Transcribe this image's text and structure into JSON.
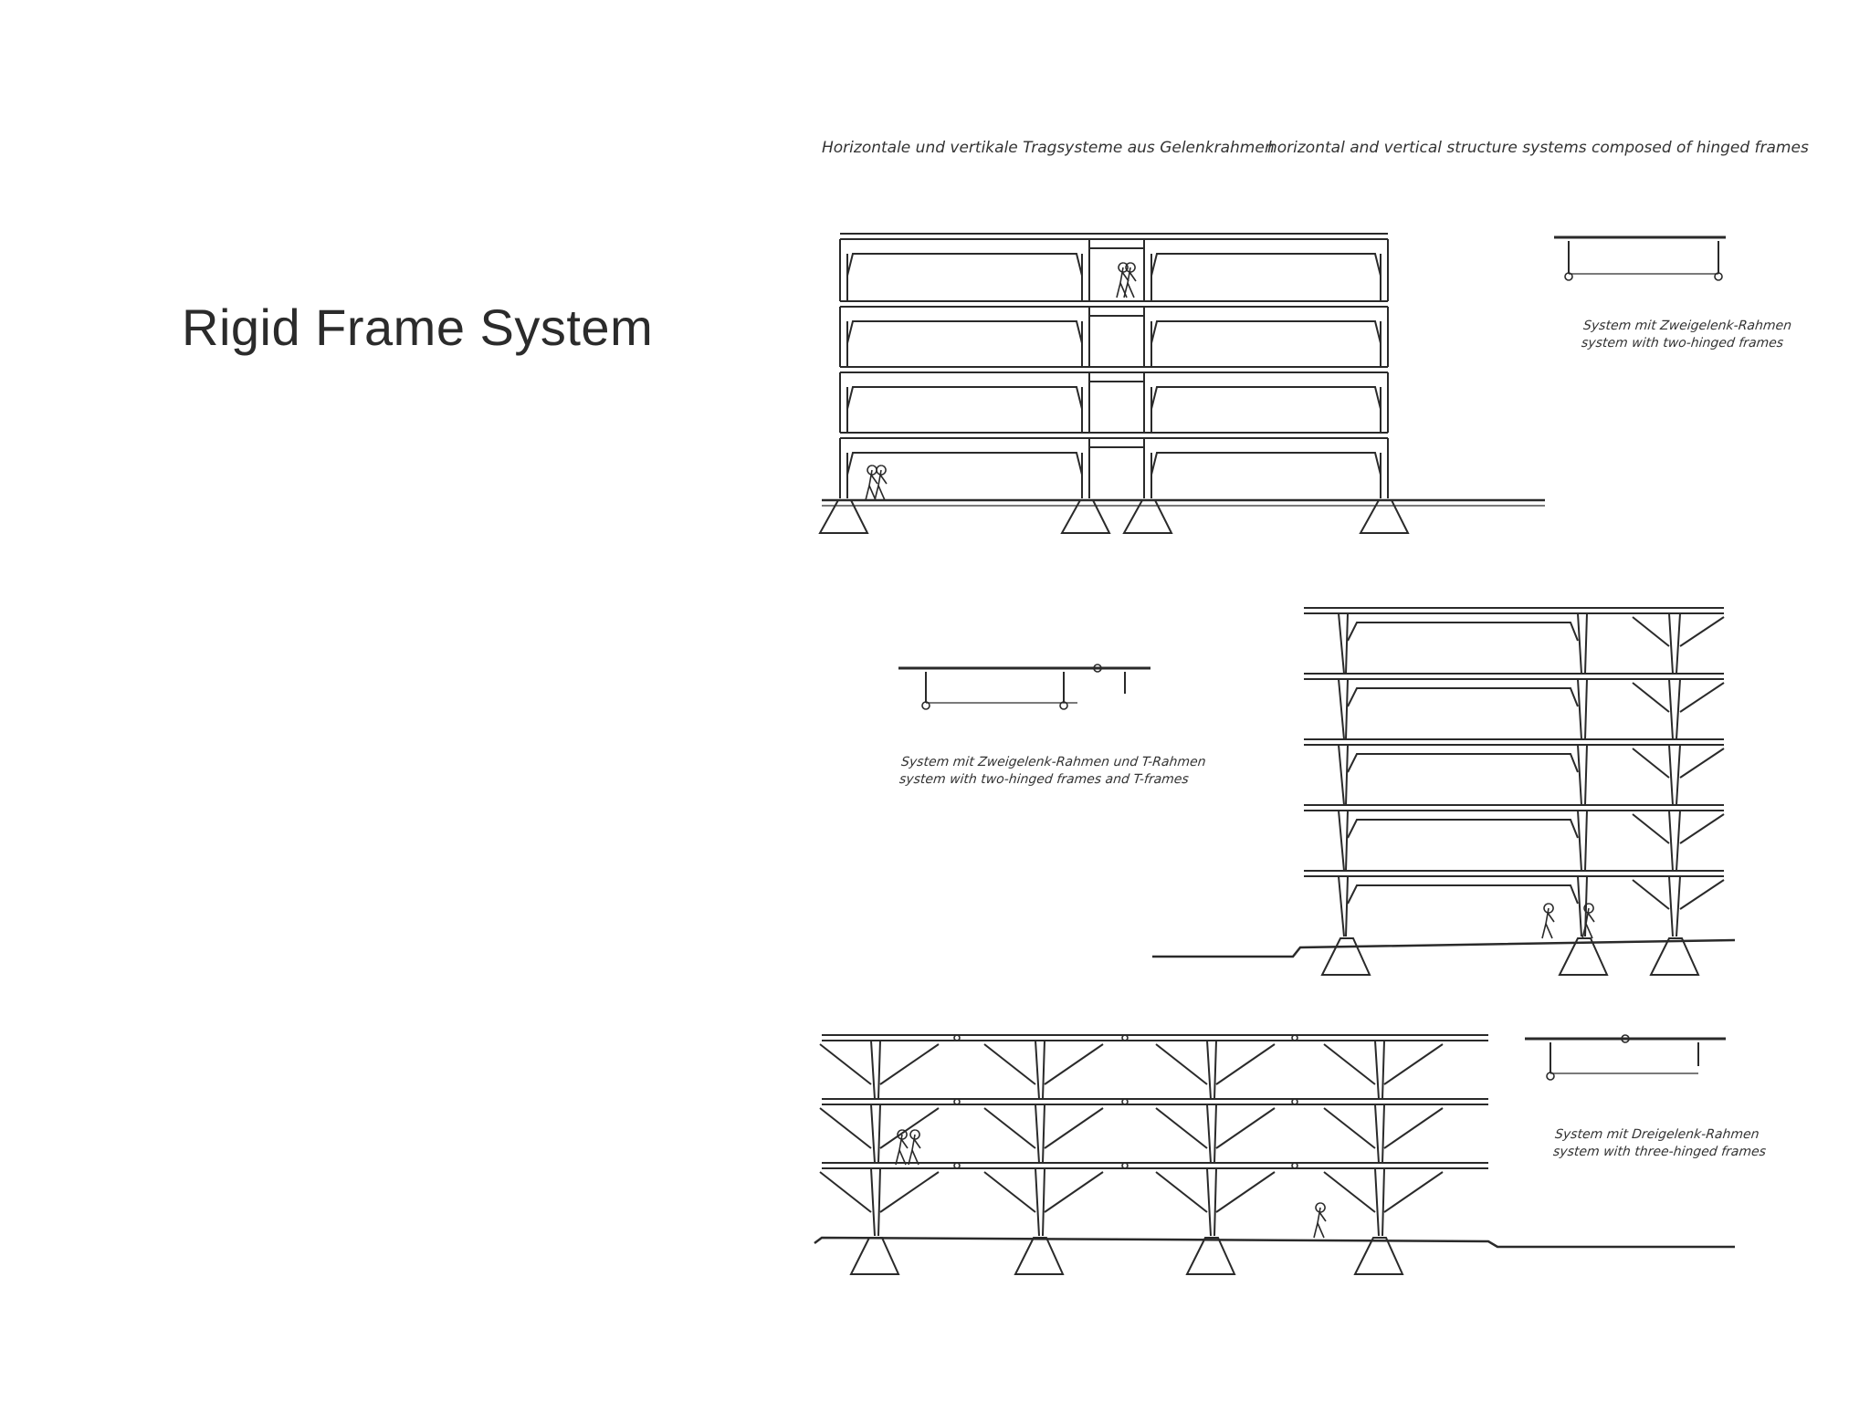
{
  "slide": {
    "title": "Rigid Frame System"
  },
  "plate": {
    "heading_de": "Horizontale und vertikale Tragsysteme aus Gelenkrahmen",
    "heading_en": "horizontal and vertical structure systems composed of hinged frames",
    "systems": [
      {
        "label_de": "System mit Zweigelenk-Rahmen",
        "label_en": "system with two-hinged frames"
      },
      {
        "label_de": "System mit Zweigelenk-Rahmen und T-Rahmen",
        "label_en": "system with two-hinged frames and T-frames"
      },
      {
        "label_de": "System mit Dreigelenk-Rahmen",
        "label_en": "system with three-hinged frames"
      }
    ]
  },
  "colors": {
    "ink": "#2a2a2a",
    "title": "#2b2b2b",
    "background": "#ffffff"
  }
}
